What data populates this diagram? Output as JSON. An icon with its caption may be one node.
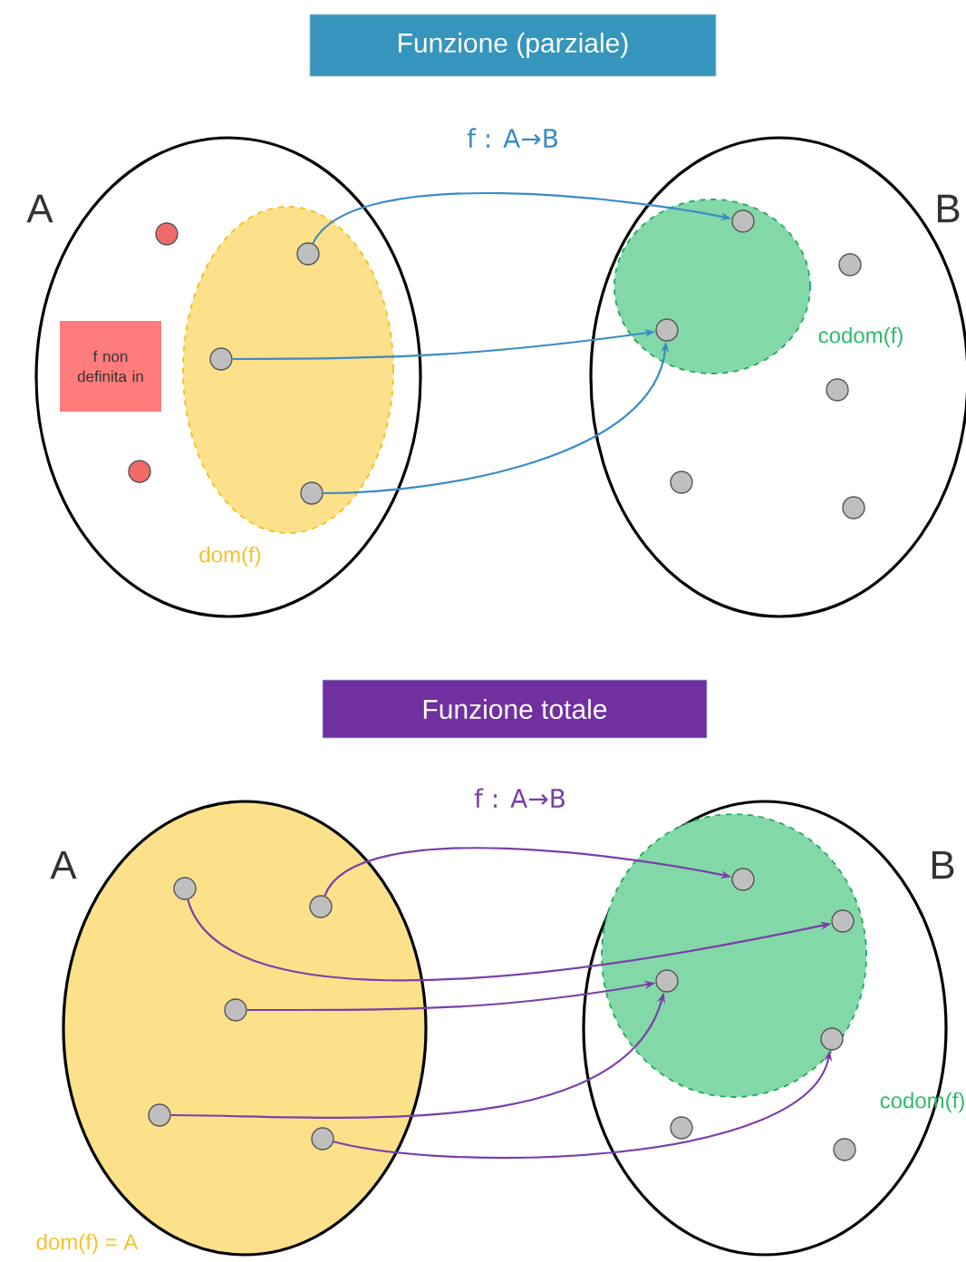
{
  "diagram": {
    "nodes": [
      {
        "text": [
          "Funzione (parziale)"
        ]
      },
      {
        "text": [
          "A"
        ]
      },
      {
        "text": [
          "dom(f)"
        ],
        "in": 1
      },
      {
        "text": [
          "f non definita in"
        ],
        "in": 1
      },
      {
        "text": [],
        "shape": "circle",
        "in": 1
      },
      {
        "text": [],
        "shape": "circle",
        "in": 1
      },
      {
        "text": [],
        "shape": "circle",
        "in": 2
      },
      {
        "text": [],
        "shape": "circle",
        "in": 2
      },
      {
        "text": [],
        "shape": "circle",
        "in": 2
      },
      {
        "text": [
          "B"
        ]
      },
      {
        "text": [
          "codom(f)"
        ],
        "in": 9
      },
      {
        "text": [],
        "shape": "circle",
        "in": 10
      },
      {
        "text": [],
        "shape": "circle",
        "in": 10
      },
      {
        "text": [],
        "shape": "circle",
        "in": 9
      },
      {
        "text": [],
        "shape": "circle",
        "in": 9
      },
      {
        "text": [],
        "shape": "circle",
        "in": 9
      },
      {
        "text": [],
        "shape": "circle",
        "in": 9
      },
      {
        "text": [
          "Funzione totale"
        ]
      },
      {
        "text": [
          "A",
          "dom(f) = A"
        ]
      },
      {
        "text": [],
        "shape": "circle",
        "in": 18
      },
      {
        "text": [],
        "shape": "circle",
        "in": 18
      },
      {
        "text": [],
        "shape": "circle",
        "in": 18
      },
      {
        "text": [],
        "shape": "circle",
        "in": 18
      },
      {
        "text": [],
        "shape": "circle",
        "in": 18
      },
      {
        "text": [
          "B"
        ]
      },
      {
        "text": [
          "codom(f)"
        ],
        "in": 24
      },
      {
        "text": [],
        "shape": "circle",
        "in": 25
      },
      {
        "text": [],
        "shape": "circle",
        "in": 25
      },
      {
        "text": [],
        "shape": "circle",
        "in": 25
      },
      {
        "text": [],
        "shape": "circle",
        "in": 25
      },
      {
        "text": [],
        "shape": "circle",
        "in": 24
      },
      {
        "text": [],
        "shape": "circle",
        "in": 24
      }
    ],
    "edges": [
      {
        "from": 6,
        "to": 11,
        "arrow": "to",
        "color": "#3a8cc4"
      },
      {
        "from": 7,
        "to": 12,
        "arrow": "to",
        "color": "#3a8cc4"
      },
      {
        "from": 8,
        "to": 12,
        "arrow": "to",
        "color": "#3a8cc4"
      },
      {
        "from": 20,
        "to": 26,
        "arrow": "to",
        "color": "#7b3fa8"
      },
      {
        "from": 19,
        "to": 27,
        "arrow": "to",
        "color": "#7b3fa8"
      },
      {
        "from": 21,
        "to": 28,
        "arrow": "to",
        "color": "#7b3fa8"
      },
      {
        "from": 22,
        "to": 28,
        "arrow": "to",
        "color": "#7b3fa8"
      },
      {
        "from": 23,
        "to": 29,
        "arrow": "to",
        "color": "#7b3fa8"
      }
    ],
    "labels": [
      "f : A→B",
      "f : A→B"
    ]
  }
}
